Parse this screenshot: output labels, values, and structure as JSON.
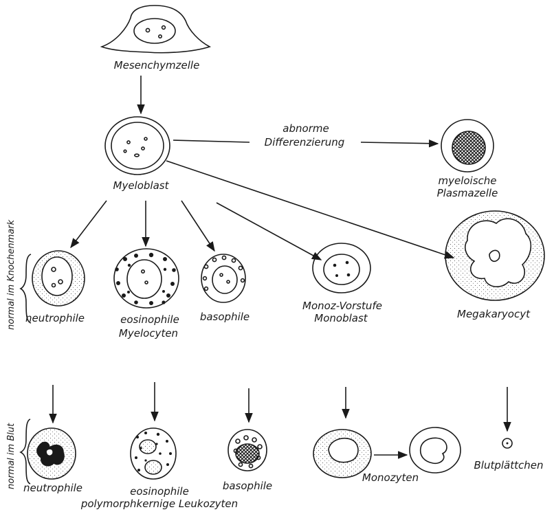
{
  "labels": {
    "mesenchyme": "Mesenchymzelle",
    "myeloblast": "Myeloblast",
    "abnormal_1": "abnorme",
    "abnormal_2": "Differenzierung",
    "plasma_1": "myeloische",
    "plasma_2": "Plasmazelle",
    "neutrophil_marrow": "neutrophile",
    "eosinophil_marrow": "eosinophile",
    "myelocytes": "Myelocyten",
    "basophil_marrow": "basophile",
    "monoblast_1": "Monoz-Vorstufe",
    "monoblast_2": "Monoblast",
    "megakaryocyte": "Megakaryocyt",
    "neutrophil_blood": "neutrophile",
    "eosinophil_blood": "eosinophile",
    "polymorph": "polymorphkernige Leukozyten",
    "basophil_blood": "basophile",
    "monocytes": "Monozyten",
    "platelets": "Blutplättchen"
  },
  "side_labels": {
    "bone_marrow": "normal im Knochenmark",
    "blood": "normal im Blut"
  },
  "colors": {
    "ink": "#1a1a1a",
    "paper": "#ffffff"
  }
}
